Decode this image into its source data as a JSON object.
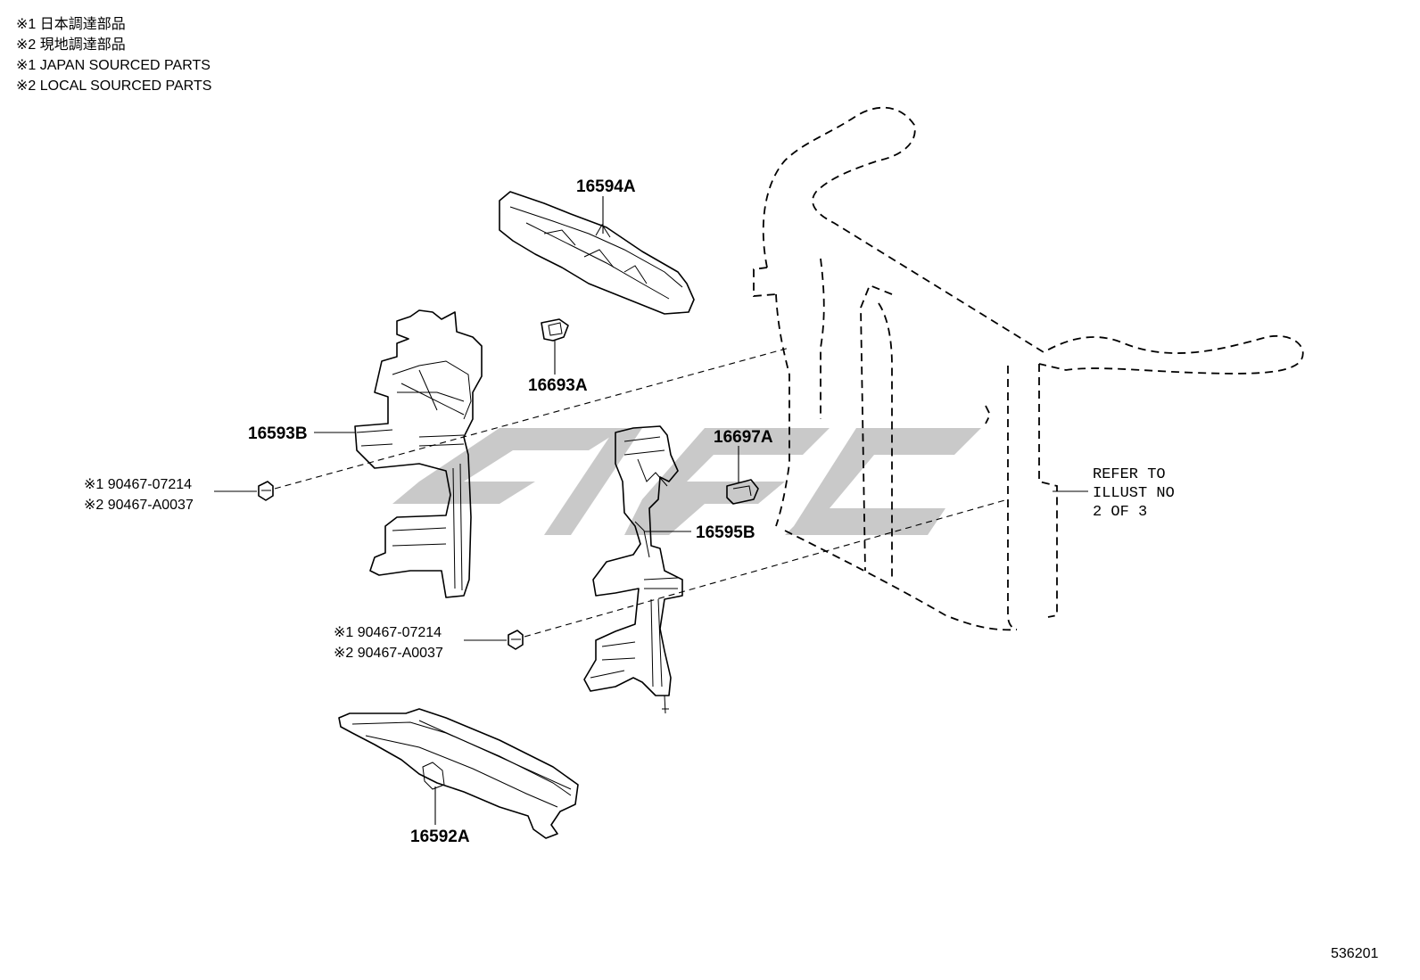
{
  "notes": [
    "※1 日本調達部品",
    "※2 現地調達部品",
    "※1 JAPAN SOURCED PARTS",
    "※2 LOCAL SOURCED PARTS"
  ],
  "parts": {
    "p16594A": "16594A",
    "p16693A": "16693A",
    "p16593B": "16593B",
    "p16697A": "16697A",
    "p16595B": "16595B",
    "p16592A": "16592A"
  },
  "fasteners": {
    "upper": {
      "line1": "※1 90467-07214",
      "line2": "※2 90467-A0037"
    },
    "lower": {
      "line1": "※1 90467-07214",
      "line2": "※2 90467-A0037"
    }
  },
  "refer": {
    "line1": "REFER TO",
    "line2": "ILLUST NO",
    "line3": "2 OF 3"
  },
  "illustration_number": "536201",
  "colors": {
    "ink": "#000000",
    "watermark": "#c8c8c8",
    "background": "#ffffff"
  }
}
